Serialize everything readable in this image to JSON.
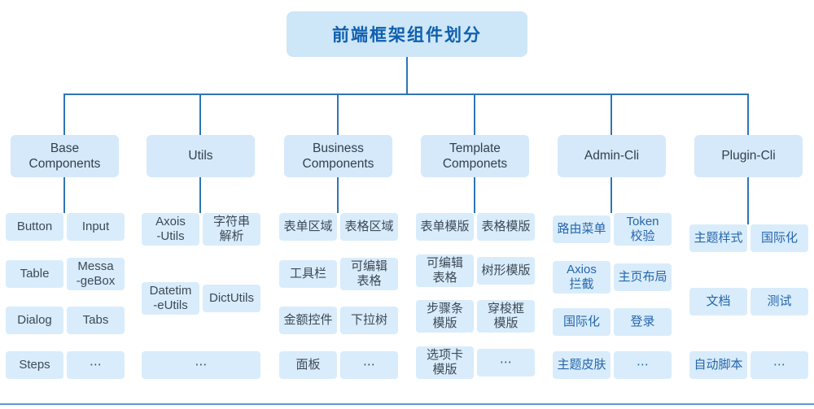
{
  "title": "前端框架组件划分",
  "colors": {
    "connector": "#2e75b6",
    "title_bg": "#cde6f8",
    "title_text": "#0f5fae",
    "category_bg": "#d5e9fa",
    "cell_bg": "#d9ecfb",
    "cell_text_dark": "#3d4956",
    "cell_text_blue": "#2566ac",
    "bottom_border": "#5b9bd5"
  },
  "columns": [
    {
      "label": "Base\nComponents",
      "rows": [
        [
          "Button",
          "Input"
        ],
        [
          "Table",
          "Messa\n-geBox"
        ],
        [
          "Dialog",
          "Tabs"
        ],
        [
          "Steps",
          "⋯"
        ]
      ]
    },
    {
      "label": "Utils",
      "rows": [
        [
          "Axois\n-Utils",
          "字符串\n解析"
        ],
        [
          "Datetim\n-eUtils",
          "DictUtils"
        ],
        [
          "⋯"
        ]
      ]
    },
    {
      "label": "Business\nComponents",
      "rows": [
        [
          "表单区域",
          "表格区域"
        ],
        [
          "工具栏",
          "可编辑\n表格"
        ],
        [
          "金额控件",
          "下拉树"
        ],
        [
          "面板",
          "⋯"
        ]
      ]
    },
    {
      "label": "Template\nComponets",
      "rows": [
        [
          "表单模版",
          "表格模版"
        ],
        [
          "可编辑\n表格",
          "树形模版"
        ],
        [
          "步骤条\n模版",
          "穿梭框\n模版"
        ],
        [
          "选项卡\n模版",
          "⋯"
        ]
      ]
    },
    {
      "label": "Admin-Cli",
      "rows": [
        [
          "路由菜单",
          "Token\n校验"
        ],
        [
          "Axios\n拦截",
          "主页布局"
        ],
        [
          "国际化",
          "登录"
        ],
        [
          "主题皮肤",
          "⋯"
        ]
      ]
    },
    {
      "label": "Plugin-Cli",
      "rows": [
        [
          "主题样式",
          "国际化"
        ],
        [
          "文档",
          "测试"
        ],
        [
          "自动脚本",
          "⋯"
        ]
      ]
    }
  ]
}
